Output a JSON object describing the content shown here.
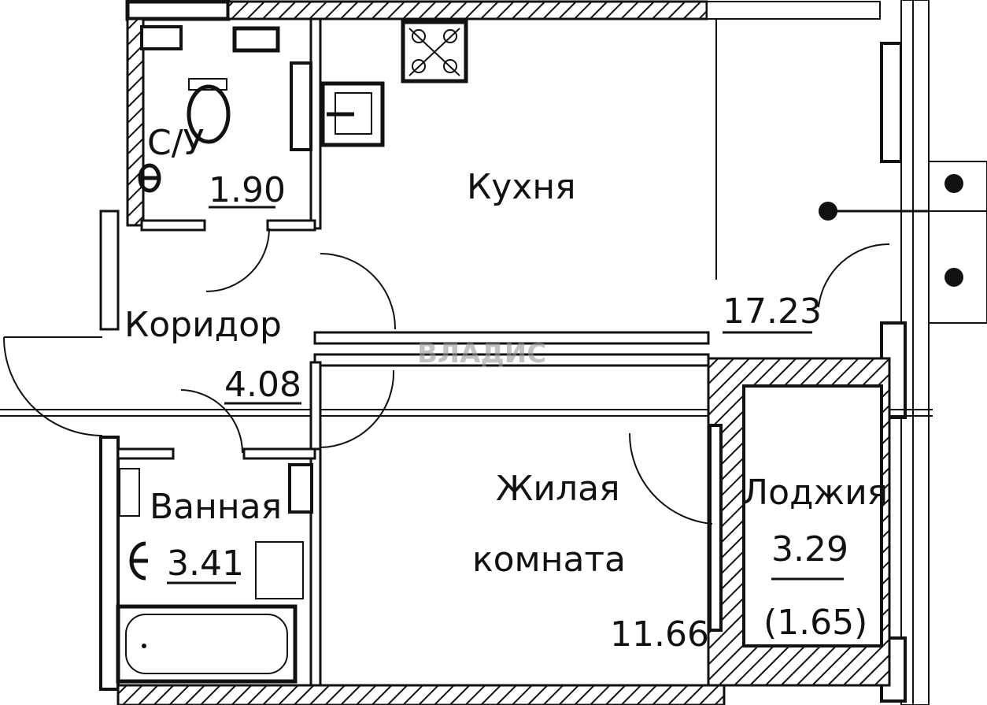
{
  "plan": {
    "watermark": "ВЛАДИС",
    "rooms": [
      {
        "id": "wc",
        "name": "С/У",
        "area": "1.90"
      },
      {
        "id": "kitchen",
        "name": "Кухня",
        "area": "17.23"
      },
      {
        "id": "corridor",
        "name": "Коридор",
        "area": "4.08"
      },
      {
        "id": "bathroom",
        "name": "Ванная",
        "area": "3.41"
      },
      {
        "id": "living",
        "name_line1": "Жилая",
        "name_line2": "комната",
        "area": "11.66"
      },
      {
        "id": "loggia",
        "name": "Лоджия",
        "area": "3.29",
        "area_reduced": "(1.65)"
      }
    ]
  }
}
